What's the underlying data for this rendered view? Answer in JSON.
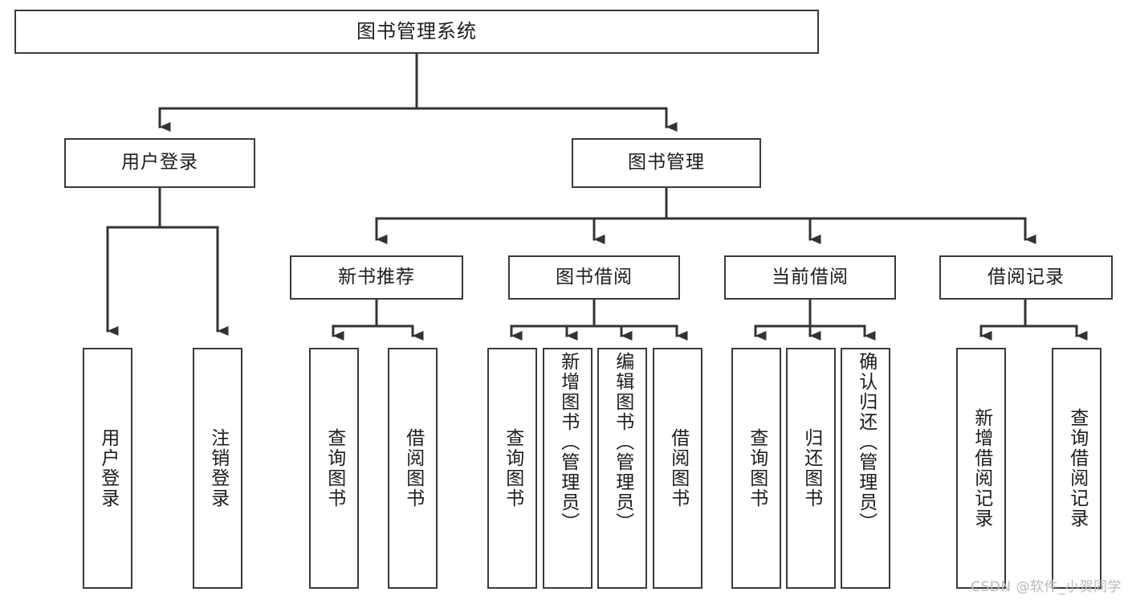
{
  "diagram": {
    "title": "图书管理系统",
    "type": "tree-hierarchy",
    "watermark": "CSDN @软件_小贺同学",
    "colors": {
      "background": "#ffffff",
      "box_border": "#3a3a3a",
      "box_fill": "#ffffff",
      "connector": "#333333",
      "text": "#1c1c1c",
      "watermark": "#b9b9b9"
    },
    "root": {
      "label": "图书管理系统"
    },
    "level2": [
      {
        "label": "用户登录"
      },
      {
        "label": "图书管理"
      }
    ],
    "level3": [
      {
        "label": "新书推荐"
      },
      {
        "label": "图书借阅"
      },
      {
        "label": "当前借阅"
      },
      {
        "label": "借阅记录"
      }
    ],
    "leaves": {
      "user_login": [
        {
          "label": "用户登录"
        },
        {
          "label": "注销登录"
        }
      ],
      "new_book_recommend": [
        {
          "label": "查询图书"
        },
        {
          "label": "借阅图书"
        }
      ],
      "book_borrow": [
        {
          "label": "查询图书"
        },
        {
          "label": "新增图书（管理员）"
        },
        {
          "label": "编辑图书（管理员）"
        },
        {
          "label": "借阅图书"
        }
      ],
      "current_borrow": [
        {
          "label": "查询图书"
        },
        {
          "label": "归还图书"
        },
        {
          "label": "确认归还（管理员）"
        }
      ],
      "borrow_record": [
        {
          "label": "新增借阅记录"
        },
        {
          "label": "查询借阅记录"
        }
      ]
    }
  }
}
